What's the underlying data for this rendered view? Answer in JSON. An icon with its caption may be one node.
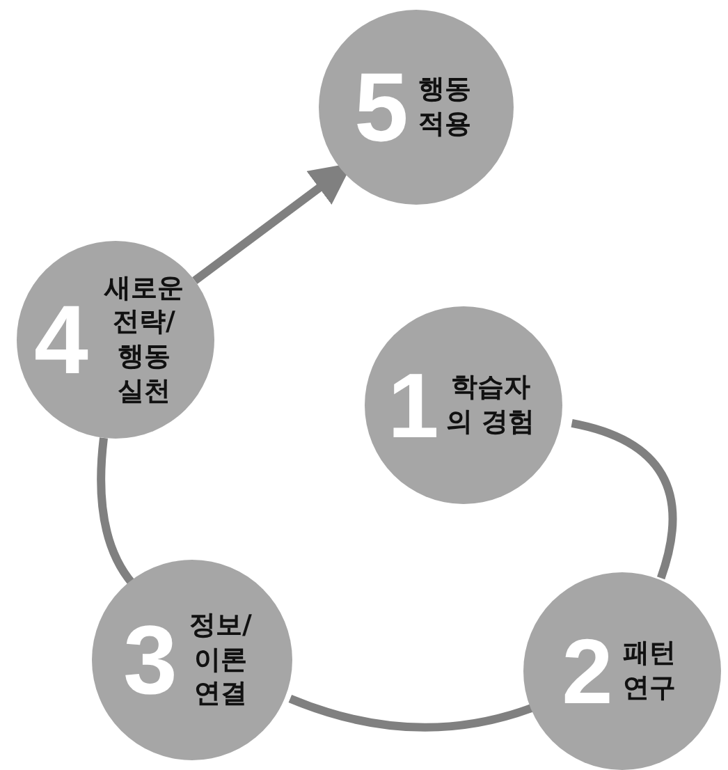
{
  "diagram": {
    "nodes": [
      {
        "text": [
          "1",
          "학습자 의 경험"
        ]
      },
      {
        "text": [
          "2",
          "패턴 연구"
        ]
      },
      {
        "text": [
          "3",
          "정보/ 이론 연결"
        ]
      },
      {
        "text": [
          "4",
          "새로운 전략/ 행동 실천"
        ]
      },
      {
        "text": [
          "5",
          "행동 적용"
        ]
      }
    ],
    "edges": [
      {
        "from": 0,
        "to": 1,
        "arrow": "none"
      },
      {
        "from": 1,
        "to": 2,
        "arrow": "none"
      },
      {
        "from": 2,
        "to": 3,
        "arrow": "none"
      },
      {
        "from": 3,
        "to": 4,
        "arrow": "to"
      }
    ]
  }
}
